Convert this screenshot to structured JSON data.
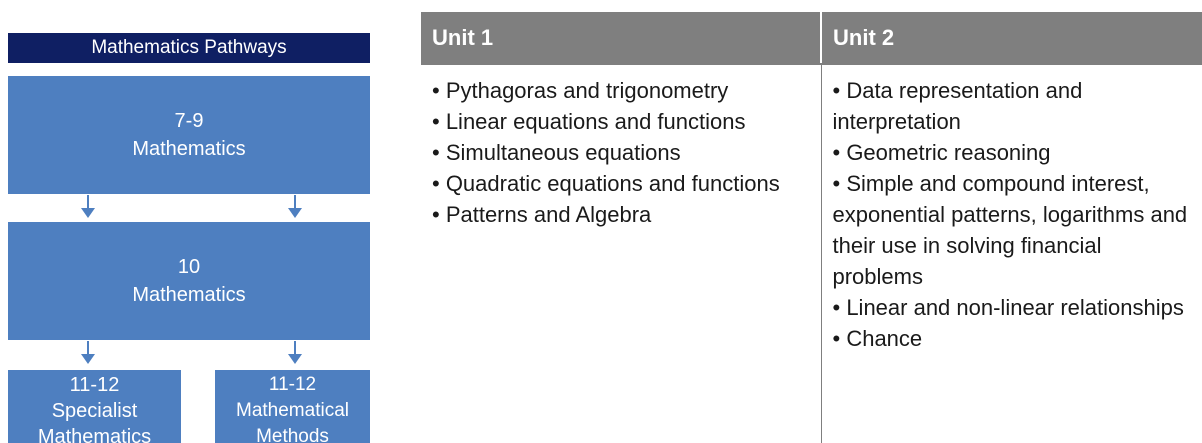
{
  "pathways": {
    "header": "Mathematics Pathways",
    "box_7_9": {
      "level": "7-9",
      "subject": "Mathematics"
    },
    "box_10": {
      "level": "10",
      "subject": "Mathematics"
    },
    "box_specialist": {
      "level": "11-12",
      "line2": "Specialist",
      "line3": "Mathematics"
    },
    "box_methods": {
      "level": "11-12",
      "line2": "Mathematical",
      "line3": "Methods"
    },
    "colors": {
      "header_bg": "#0f1f63",
      "box_bg": "#4e7fc0",
      "arrow": "#4e7fc0"
    }
  },
  "units_table": {
    "headers": [
      "Unit 1",
      "Unit 2"
    ],
    "unit1_topics": [
      "• Pythagoras and trigonometry",
      "• Linear equations and functions",
      "• Simultaneous equations",
      "• Quadratic equations and functions",
      "• Patterns and Algebra"
    ],
    "unit2_topics": [
      "• Data representation and interpretation",
      "• Geometric reasoning",
      "• Simple and compound interest, exponential patterns, logarithms and their use in solving financial problems",
      "• Linear and non-linear relationships",
      "• Chance"
    ],
    "colors": {
      "header_bg": "#7f7f7f",
      "divider": "#7f7f7f"
    }
  }
}
